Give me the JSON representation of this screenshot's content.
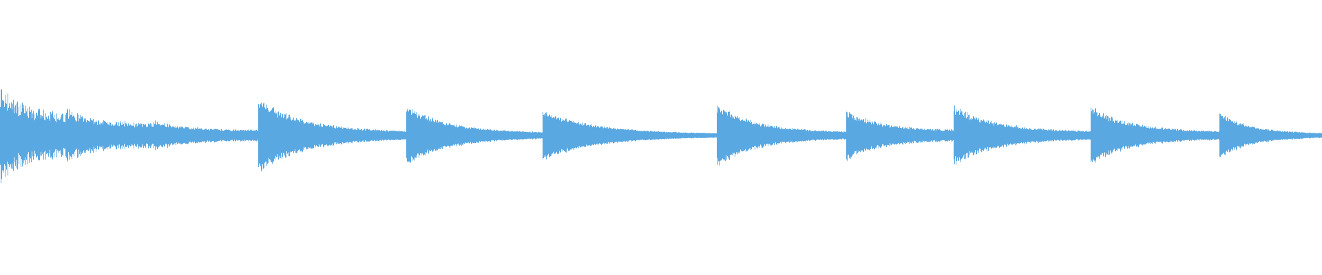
{
  "waveform": {
    "color": "#5aa8e2",
    "background": "#ffffff",
    "duration_fraction_segments": [
      {
        "start": 0.0,
        "peak": 0.42,
        "tail": 0.18,
        "jitter": 0.9
      },
      {
        "start": 0.049,
        "peak": 0.23,
        "tail": 0.1,
        "jitter": 0.7
      },
      {
        "start": 0.116,
        "peak": 0.13,
        "tail": 0.045,
        "jitter": 0.5
      },
      {
        "start": 0.195,
        "peak": 0.32,
        "tail": 0.028,
        "jitter": 0.45
      },
      {
        "start": 0.307,
        "peak": 0.26,
        "tail": 0.022,
        "jitter": 0.4
      },
      {
        "start": 0.41,
        "peak": 0.22,
        "tail": 0.012,
        "jitter": 0.35
      },
      {
        "start": 0.542,
        "peak": 0.27,
        "tail": 0.025,
        "jitter": 0.4
      },
      {
        "start": 0.64,
        "peak": 0.22,
        "tail": 0.045,
        "jitter": 0.5
      },
      {
        "start": 0.721,
        "peak": 0.26,
        "tail": 0.03,
        "jitter": 0.45
      },
      {
        "start": 0.825,
        "peak": 0.25,
        "tail": 0.03,
        "jitter": 0.45
      },
      {
        "start": 0.922,
        "peak": 0.2,
        "tail": 0.015,
        "jitter": 0.4
      }
    ]
  }
}
